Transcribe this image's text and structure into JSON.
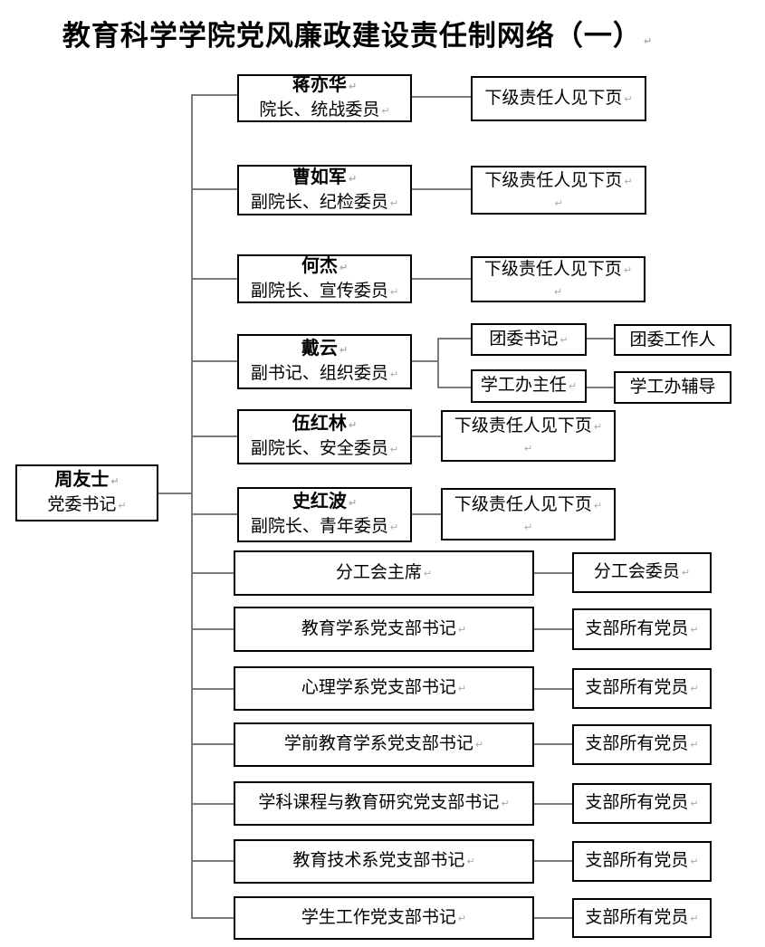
{
  "title": "教育科学学院党风廉政建设责任制网络（一）",
  "root": {
    "name": "周友士",
    "role": "党委书记"
  },
  "leaders": [
    {
      "name": "蒋亦华",
      "role": "院长、统战委员",
      "next": "下级责任人见下页"
    },
    {
      "name": "曹如军",
      "role": "副院长、纪检委员",
      "next": "下级责任人见下页"
    },
    {
      "name": "何杰",
      "role": "副院长、宣传委员",
      "next": "下级责任人见下页"
    },
    {
      "name": "戴云",
      "role": "副书记、组织委员"
    },
    {
      "name": "伍红林",
      "role": "副院长、安全委员",
      "next": "下级责任人见下页"
    },
    {
      "name": "史红波",
      "role": "副院长、青年委员",
      "next": "下级责任人见下页"
    }
  ],
  "youth_branch": {
    "league_secretary": "团委书记",
    "league_staff": "团委工作人",
    "student_office_director": "学工办主任",
    "student_office_counselor": "学工办辅导"
  },
  "groups": [
    {
      "label": "分工会主席",
      "next": "分工会委员"
    },
    {
      "label": "教育学系党支部书记",
      "next": "支部所有党员"
    },
    {
      "label": "心理学系党支部书记",
      "next": "支部所有党员"
    },
    {
      "label": "学前教育学系党支部书记",
      "next": "支部所有党员"
    },
    {
      "label": "学科课程与教育研究党支部书记",
      "next": "支部所有党员"
    },
    {
      "label": "教育技术系党支部书记",
      "next": "支部所有党员"
    },
    {
      "label": "学生工作党支部书记",
      "next": "支部所有党员"
    }
  ],
  "colors": {
    "line": "#7a7a7a",
    "border": "#000000",
    "text": "#000000",
    "background": "#ffffff"
  }
}
